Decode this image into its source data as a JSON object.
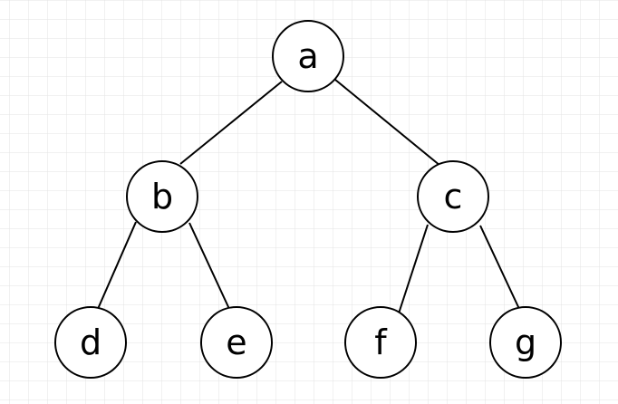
{
  "diagram": {
    "title": "",
    "nodes": [
      {
        "id": "a",
        "label": "a"
      },
      {
        "id": "b",
        "label": "b"
      },
      {
        "id": "c",
        "label": "c"
      },
      {
        "id": "d",
        "label": "d"
      },
      {
        "id": "e",
        "label": "e"
      },
      {
        "id": "f",
        "label": "f"
      },
      {
        "id": "g",
        "label": "g"
      }
    ],
    "edges": [
      {
        "from": "a",
        "to": "b"
      },
      {
        "from": "a",
        "to": "c"
      },
      {
        "from": "b",
        "to": "d"
      },
      {
        "from": "b",
        "to": "e"
      },
      {
        "from": "c",
        "to": "f"
      },
      {
        "from": "c",
        "to": "g"
      }
    ]
  }
}
